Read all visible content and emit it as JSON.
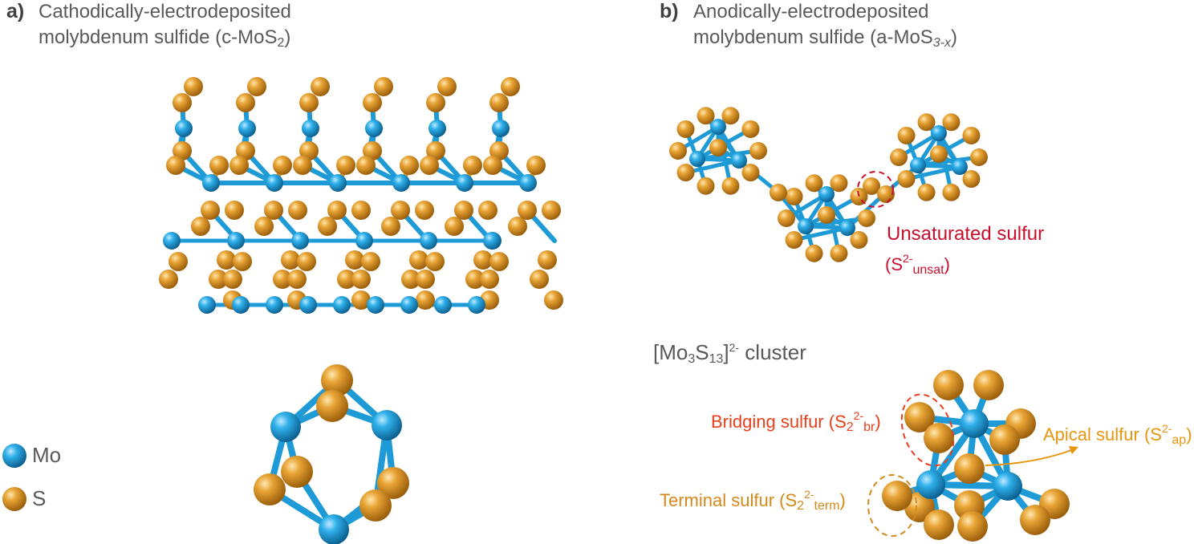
{
  "panel_a": {
    "letter": "a)",
    "title_line1": "Cathodically-electrodeposited",
    "title_line2_main": "molybdenum sulfide (c-MoS",
    "title_line2_sub": "2",
    "title_line2_end": ")"
  },
  "panel_b": {
    "letter": "b)",
    "title_line1": "Anodically-electrodeposited",
    "title_line2_main": "molybdenum sulfide (a-MoS",
    "title_line2_sub": "3-x",
    "title_line2_end": ")"
  },
  "legend": {
    "items": [
      {
        "label": "Mo",
        "color": "#1e9bd7"
      },
      {
        "label": "S",
        "color": "#e3a130"
      }
    ]
  },
  "annotations": {
    "unsaturated": {
      "label": "Unsaturated sulfur",
      "sym": "(S",
      "sup": "2-",
      "sub": "unsat",
      "end": ")",
      "color": "#c8102e"
    },
    "cluster": {
      "main": "[Mo",
      "sub1": "3",
      "mid": "S",
      "sub2": "13",
      "close": "]",
      "sup": "2-",
      "end": " cluster"
    },
    "bridging": {
      "label": "Bridging sulfur (S",
      "sub": "2",
      "sup": "2-",
      "sub2": "br",
      "end": ")",
      "color": "#e8401c"
    },
    "apical": {
      "label": "Apical sulfur (S",
      "sup": "2-",
      "sub": "ap",
      "end": ")",
      "color": "#e8960e"
    },
    "terminal": {
      "label": "Terminal sulfur (S",
      "sub": "2",
      "sup": "2-",
      "sub2": "term",
      "end": ")",
      "color": "#d4891a"
    }
  },
  "colors": {
    "mo": "#1e9bd7",
    "s": "#e3a130",
    "bond": "#1e9bd7"
  }
}
